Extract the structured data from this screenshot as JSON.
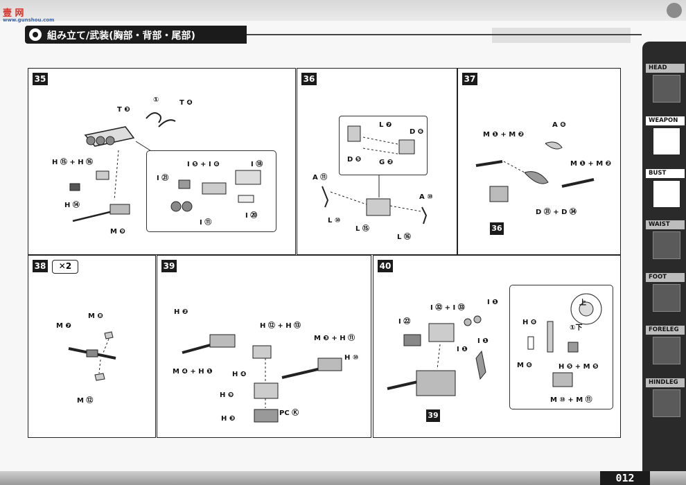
{
  "watermark": {
    "title": "壹 网",
    "sub": "www.gunshou.com"
  },
  "header": {
    "title": "組み立て/武装(胸部・背部・尾部)"
  },
  "page_number": "012",
  "sidebar": {
    "tabs": [
      {
        "label": "HEAD",
        "active": false,
        "icon": "head-icon"
      },
      {
        "label": "WEAPON",
        "active": true,
        "icon": "weapon-icon"
      },
      {
        "label": "BUST",
        "active": true,
        "icon": "bust-icon"
      },
      {
        "label": "WAIST",
        "active": false,
        "icon": "waist-icon"
      },
      {
        "label": "FOOT",
        "active": false,
        "icon": "foot-icon"
      },
      {
        "label": "FORELEG",
        "active": false,
        "icon": "foreleg-icon"
      },
      {
        "label": "HINDLEG",
        "active": false,
        "icon": "hindleg-icon"
      }
    ]
  },
  "steps": {
    "s35": {
      "num": "35",
      "labels": {
        "t3": "T ❸",
        "t4": "T ❹",
        "ref": "①",
        "h15h16": "H ⑮ + H ⑯",
        "h14": "H ⑭",
        "m9": "M ❾"
      },
      "inset": {
        "i5i6": "I ❺ + I ❻",
        "i18": "I ⑱",
        "i21": "I ㉑",
        "i11": "I ⑪",
        "i20": "I ⑳"
      }
    },
    "s36": {
      "num": "36",
      "labels": {
        "l7": "L ❼",
        "d6": "D ❻",
        "d5": "D ❺",
        "g2": "G ❷",
        "a11": "A ⑪",
        "a10": "A ⑩",
        "l10": "L ⑩",
        "l15": "L ⑮",
        "l16": "L ⑯"
      }
    },
    "s37": {
      "num": "37",
      "labels": {
        "a6": "A ❻",
        "m1m2a": "M ❶ + M ❷",
        "m1m2b": "M ❶ + M ❷",
        "d31d34": "D ㉛ + D ㉞"
      },
      "ref_tag": "36"
    },
    "s38": {
      "num": "38",
      "times": "✕2",
      "labels": {
        "m8": "M ❽",
        "m7": "M ❼",
        "m12": "M ⑫"
      }
    },
    "s39": {
      "num": "39",
      "labels": {
        "h2": "H ❷",
        "h12h13": "H ⑫ + H ⑬",
        "m3h11": "M ❸ + H ⑪",
        "m4h1": "M ❹ + H ❶",
        "h4": "H ❹",
        "h10": "H ⑩",
        "h9": "H ❾",
        "pck": "PC Ⓚ",
        "h3": "H ❸"
      }
    },
    "s40": {
      "num": "40",
      "labels": {
        "i32i33": "I ㉜ + I ㉝",
        "i1a": "I ❶",
        "i22": "I ㉒",
        "i1b": "I ❶",
        "i1c": "I ❶"
      },
      "ref_tag": "39",
      "inset": {
        "up": "上",
        "down": "①下",
        "h6": "H ❻",
        "m6": "M ❻",
        "h5m5": "H ❺ + M ❺",
        "m10m11": "M ⑩ + M ⑪"
      }
    }
  },
  "colors": {
    "ink": "#1b1b1b",
    "panel_border": "#222222",
    "sidebar": "#2a2a2a"
  }
}
